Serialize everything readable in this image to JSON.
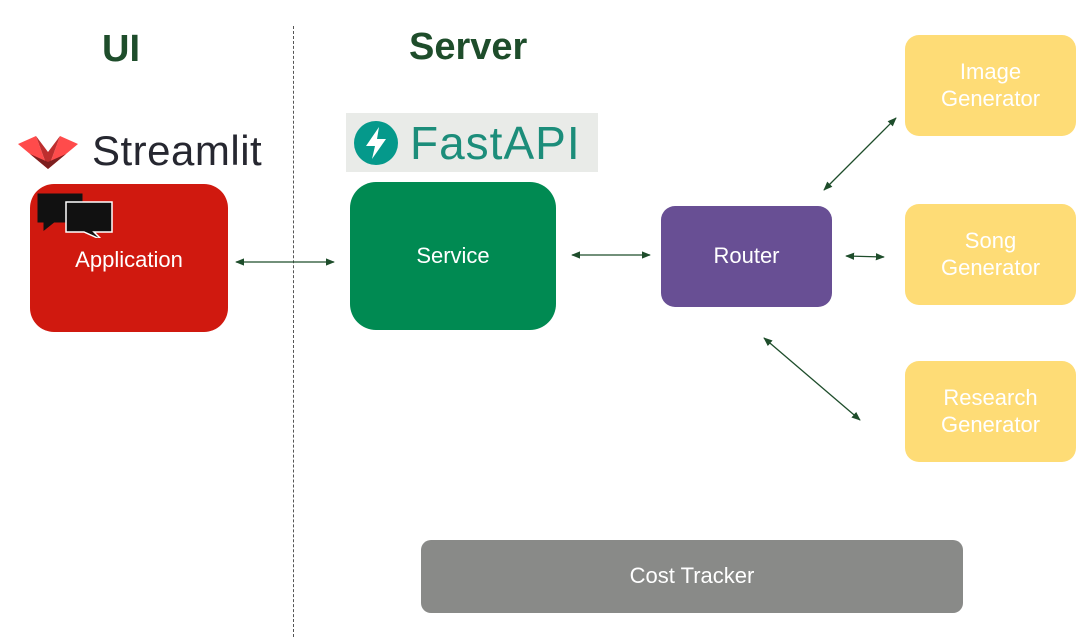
{
  "headings": {
    "ui": "UI",
    "server": "Server"
  },
  "logos": {
    "streamlit": "Streamlit",
    "fastapi": "FastAPI"
  },
  "boxes": {
    "application": "Application",
    "service": "Service",
    "router": "Router",
    "image_generator": [
      "Image",
      "Generator"
    ],
    "song_generator": [
      "Song",
      "Generator"
    ],
    "research_generator": [
      "Research",
      "Generator"
    ],
    "cost_tracker": "Cost Tracker"
  },
  "colors": {
    "application": "#d0190f",
    "service": "#008a52",
    "router": "#684f94",
    "generator": "#fedc76",
    "cost_tracker": "#898a88",
    "arrow": "#1e4d2b"
  }
}
